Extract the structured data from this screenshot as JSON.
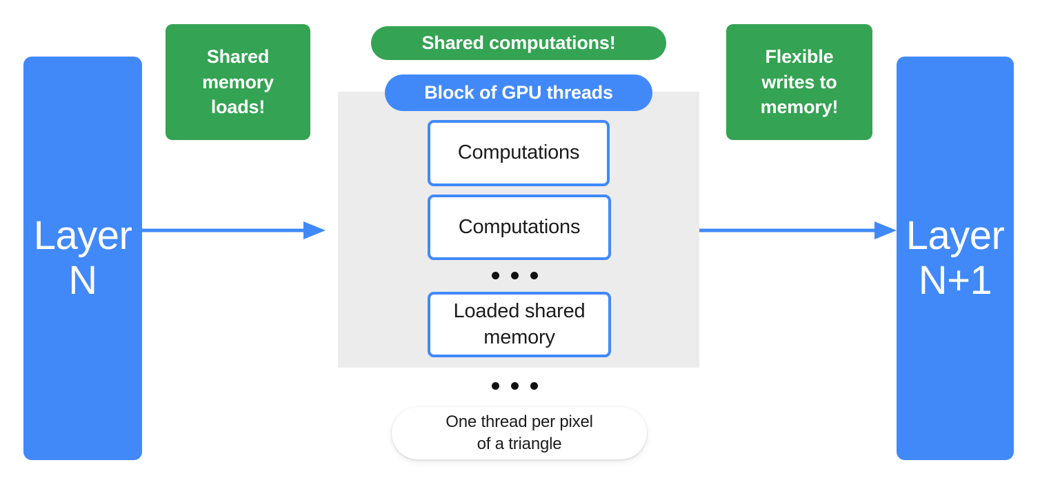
{
  "diagram": {
    "title": "GPU thread block data flow between layers",
    "colors": {
      "blue": "#4189F8",
      "green": "#34A353",
      "grey": "#ECECEC",
      "white": "#FFFFFF",
      "text_dark": "#1B1B1B"
    },
    "layers": {
      "input": "Layer\nN",
      "output": "Layer\nN+1"
    },
    "callouts": {
      "left": "Shared\nmemory\nloads!",
      "center": "Shared computations!",
      "right": "Flexible\nwrites to\nmemory!"
    },
    "block": {
      "label": "Block of GPU threads",
      "threads": [
        "Computations",
        "Computations",
        "Loaded shared\nmemory"
      ],
      "inner_ellipsis": "•••",
      "outer_ellipsis": "•••"
    },
    "footnote": "One thread per pixel\nof a triangle",
    "arrows": {
      "left": "arrow-right-icon",
      "right": "arrow-right-icon"
    }
  }
}
